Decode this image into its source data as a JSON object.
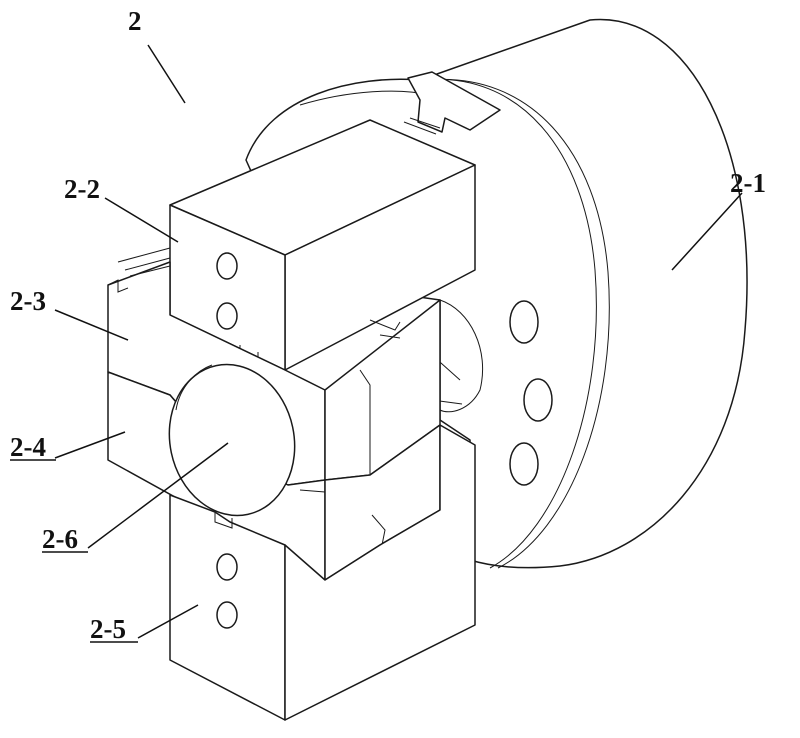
{
  "labels": {
    "assembly": "2",
    "drum": "2-1",
    "upper_block": "2-2",
    "upper_clamp": "2-3",
    "lower_clamp": "2-4",
    "lower_block": "2-5",
    "bore": "2-6"
  }
}
